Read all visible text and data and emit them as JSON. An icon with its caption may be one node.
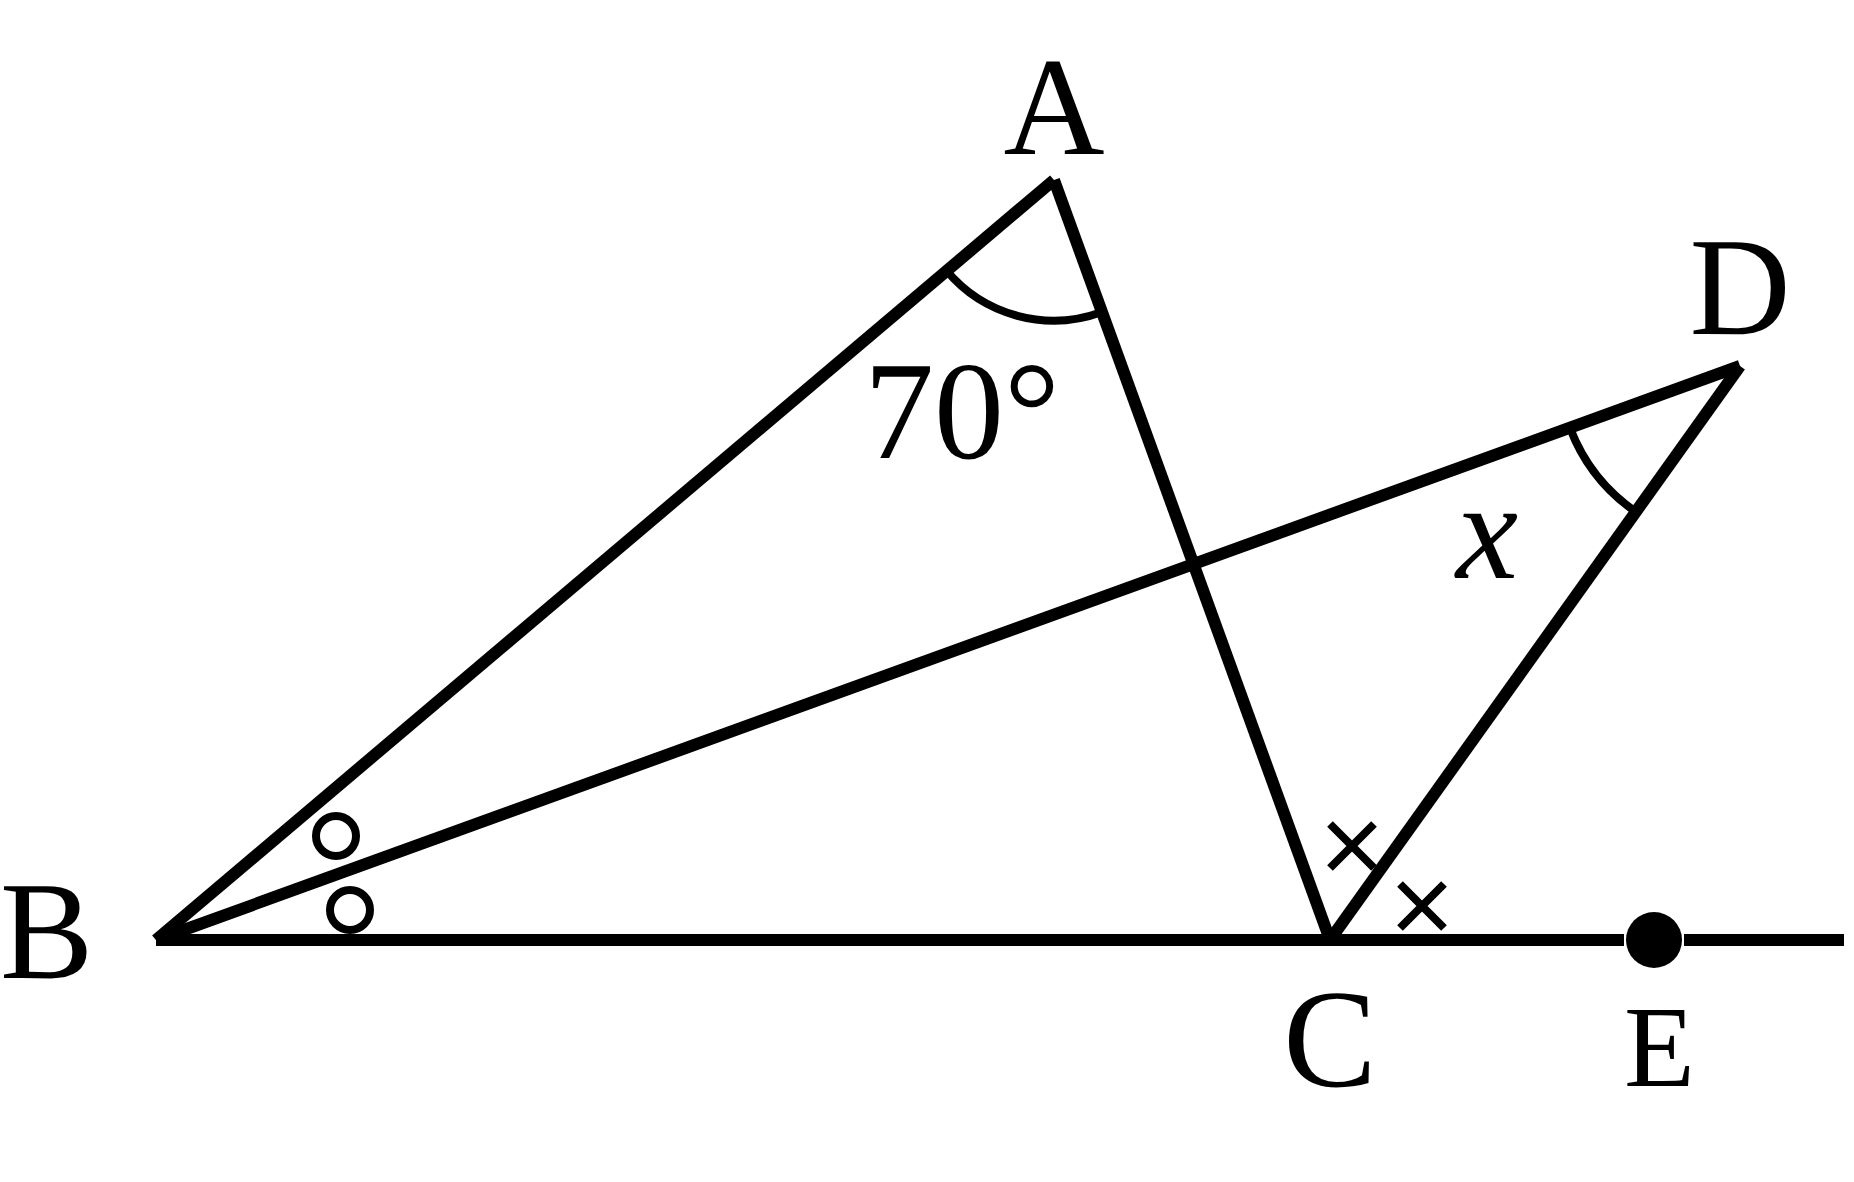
{
  "diagram": {
    "nodes": [
      {
        "text": [
          "A"
        ]
      },
      {
        "text": [
          "B"
        ]
      },
      {
        "text": [
          "C"
        ]
      },
      {
        "text": [
          "D"
        ]
      },
      {
        "text": [
          "E"
        ]
      }
    ],
    "edges": [
      {
        "from": 0,
        "to": 1,
        "arrow": "none"
      },
      {
        "from": 0,
        "to": 2,
        "arrow": "none"
      },
      {
        "from": 1,
        "to": 3,
        "arrow": "none"
      },
      {
        "from": 3,
        "to": 2,
        "arrow": "none"
      },
      {
        "from": 1,
        "to": 2,
        "arrow": "none"
      },
      {
        "from": 2,
        "to": 4,
        "arrow": "none"
      },
      {
        "from": 4,
        "to": null,
        "arrow": "none"
      }
    ],
    "labels": [
      "70°",
      "x"
    ]
  }
}
